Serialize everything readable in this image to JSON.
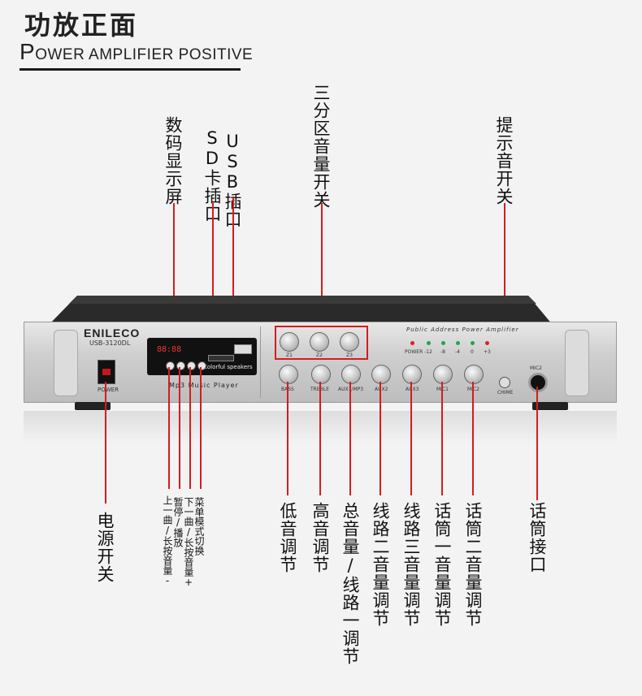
{
  "header": {
    "title": "功放正面",
    "subtitle_first": "P",
    "subtitle_rest": "OWER AMPLIFIER POSITIVE"
  },
  "top_labels": {
    "display": "数码显示屏",
    "sd": "SD卡插口",
    "usb": "USB插口",
    "zone": "三分区音量开关",
    "chime": "提示音开关"
  },
  "bottom_labels": {
    "power": "电源开关",
    "prev": "上一曲/长按音量-",
    "pause": "暂停/播放",
    "next": "下一曲/长按音量+",
    "menu": "菜单模式切换",
    "bass": "低音调节",
    "treble": "高音调节",
    "master": "总音量/线路一调节",
    "aux2": "线路二音量调节",
    "aux3": "线路三音量调节",
    "mic1": "话筒一音量调节",
    "mic2": "话筒二音量调节",
    "mic_jack": "话筒接口"
  },
  "device": {
    "brand": "ENILECO",
    "model": "USB-3120DL",
    "power_label": "POWER",
    "display_digits": "88:88",
    "speaker_text": "Colorful speakers",
    "mp3_label": "Mp3 Music Player",
    "pa_label": "Public Address Power Amplifier",
    "leds": [
      "POWER",
      "-12",
      "-8",
      "-4",
      "0",
      "+3"
    ],
    "zone_knobs": [
      "Z1",
      "Z2",
      "Z3"
    ],
    "knobs": [
      "BASS",
      "TREBLE",
      "AUX1/MP3",
      "AUX2",
      "AUX3",
      "MIC1",
      "MIC2"
    ],
    "chime_label": "CHIME",
    "mic_label": "MIC2"
  },
  "colors": {
    "accent_red": "#d61c1c",
    "led_red": "#e02020",
    "led_green": "#1aa84a"
  }
}
